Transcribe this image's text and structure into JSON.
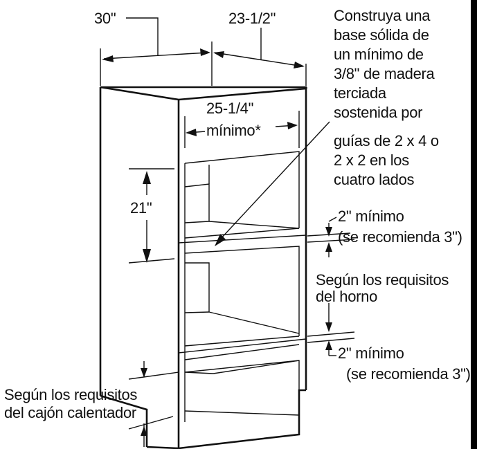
{
  "labels": {
    "width_total": "30\"",
    "depth": "23-1/2\"",
    "inner_width_value": "25-1/4\"",
    "inner_width_min": "mínimo*",
    "height_21": "21\"",
    "base_note": [
      "Construya una",
      "base sólida de",
      "un mínimo de",
      "3/8\" de madera",
      "terciada",
      "sostenida por",
      "guías de 2 x 4 o",
      "2 x 2 en los",
      "cuatro lados"
    ],
    "clearance_top": [
      "2\" mínimo",
      "(se recomienda 3\")"
    ],
    "oven_req": [
      "Según los requisitos",
      "del horno"
    ],
    "clearance_bottom": [
      "2\" mínimo",
      "(se recomienda 3\")"
    ],
    "drawer_req": [
      "Según los requisitos",
      "del cajón calentador"
    ]
  },
  "colors": {
    "line": "#111111",
    "background": "#ffffff",
    "right_bar": "#000000"
  }
}
